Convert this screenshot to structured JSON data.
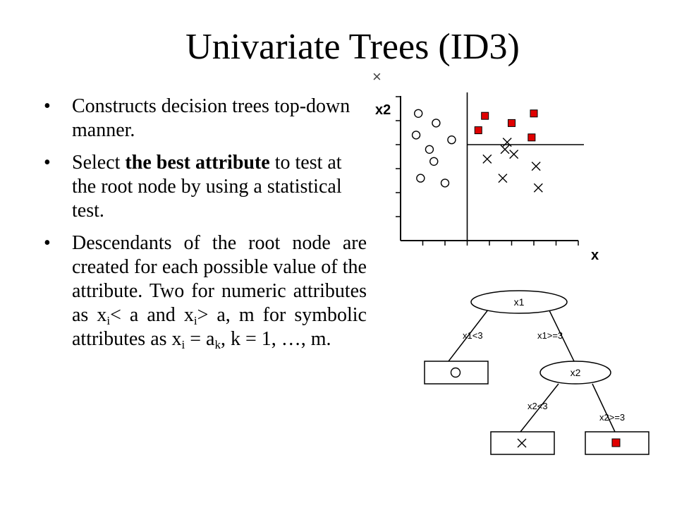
{
  "title": "Univariate Trees (ID3)",
  "bullet_glyph": "•",
  "bullets": [
    {
      "text": "Constructs decision trees top-down manner."
    },
    {
      "before": "Select ",
      "bold": "the best attribute",
      "after": " to test at the root node by using a statistical test."
    },
    {
      "p1": "Descendants of the root node are created for each possible value of the attribute. Two for numeric attributes as x",
      "sub1": "i",
      "p2": "< a and x",
      "sub2": "i",
      "p3": "> a, m for symbolic attributes as x",
      "sub3": "i",
      "p4": " = a",
      "sub4": "k",
      "p5": ", k = 1, …, m."
    }
  ],
  "chart_data": {
    "type": "scatter",
    "xlabel": "x1",
    "ylabel": "x2",
    "top_marker": "×",
    "colors": {
      "square_fill": "#e00000",
      "ink": "#000000"
    },
    "series": [
      {
        "marker": "circle",
        "points": [
          [
            0.8,
            5.3
          ],
          [
            1.6,
            4.9
          ],
          [
            0.7,
            4.4
          ],
          [
            1.3,
            3.8
          ],
          [
            2.3,
            4.2
          ],
          [
            1.5,
            3.3
          ],
          [
            0.9,
            2.6
          ],
          [
            2.0,
            2.4
          ]
        ]
      },
      {
        "marker": "square",
        "points": [
          [
            3.8,
            5.2
          ],
          [
            5.0,
            4.9
          ],
          [
            6.0,
            5.3
          ],
          [
            3.5,
            4.6
          ],
          [
            5.9,
            4.3
          ]
        ]
      },
      {
        "marker": "x",
        "points": [
          [
            4.7,
            3.8
          ],
          [
            3.9,
            3.4
          ],
          [
            5.1,
            3.6
          ],
          [
            6.1,
            3.1
          ],
          [
            4.6,
            2.6
          ],
          [
            6.2,
            2.2
          ],
          [
            4.8,
            4.1
          ]
        ]
      }
    ],
    "splits": [
      {
        "axis": "x1",
        "value": 3
      },
      {
        "axis": "x2",
        "value": 4,
        "from_x1": 3
      }
    ],
    "xlim": [
      0,
      8
    ],
    "ylim": [
      0,
      6
    ]
  },
  "tree": {
    "root": {
      "label": "x1"
    },
    "left_edge": "x1<3",
    "right_edge": "x1>=3",
    "left_leaf": {
      "marker": "circle"
    },
    "node2": {
      "label": "x2"
    },
    "left2_edge": "x2<3",
    "right2_edge": "x2>=3",
    "leaf_x": {
      "marker": "x"
    },
    "leaf_sq": {
      "marker": "square"
    }
  }
}
